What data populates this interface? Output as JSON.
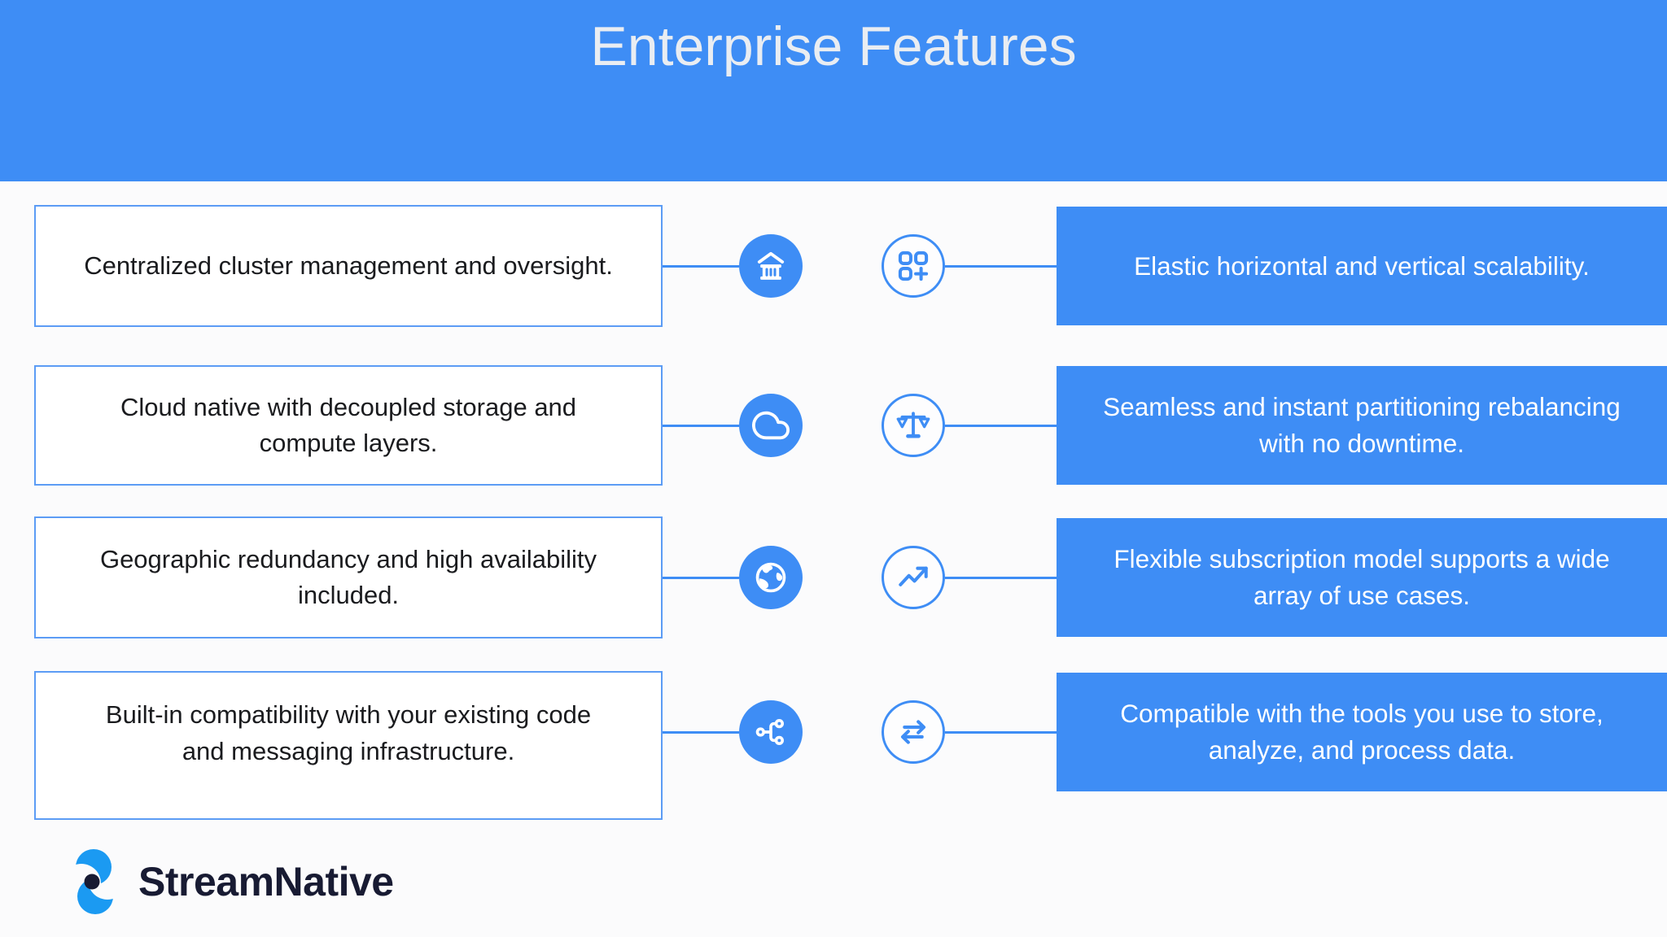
{
  "header": {
    "title": "Enterprise Features"
  },
  "rows": [
    {
      "left": "Centralized cluster management and oversight.",
      "left_icon": "bank-icon",
      "right_icon": "apps-plus-icon",
      "right": "Elastic horizontal and vertical scalability."
    },
    {
      "left": "Cloud native with decoupled storage and compute layers.",
      "left_icon": "cloud-icon",
      "right_icon": "scale-icon",
      "right": "Seamless and instant partitioning rebalancing with no downtime."
    },
    {
      "left": "Geographic redundancy and high availability included.",
      "left_icon": "globe-icon",
      "right_icon": "trend-up-icon",
      "right": "Flexible subscription model supports a wide array of use cases."
    },
    {
      "left": "Built-in compatibility with your existing code and messaging infrastructure.",
      "left_icon": "branch-icon",
      "right_icon": "transfer-arrows-icon",
      "right": "Compatible with the tools you use to store, analyze, and process data."
    }
  ],
  "footer": {
    "brand": "StreamNative"
  },
  "colors": {
    "primary_blue": "#3E8DF5",
    "box_border_blue": "#5C9CF5",
    "title_text": "#E9EDF2",
    "dark_text": "#1A1B1E",
    "logo_blue": "#1B9AF2",
    "logo_navy": "#181B33",
    "page_background": "#FBFBFC"
  }
}
